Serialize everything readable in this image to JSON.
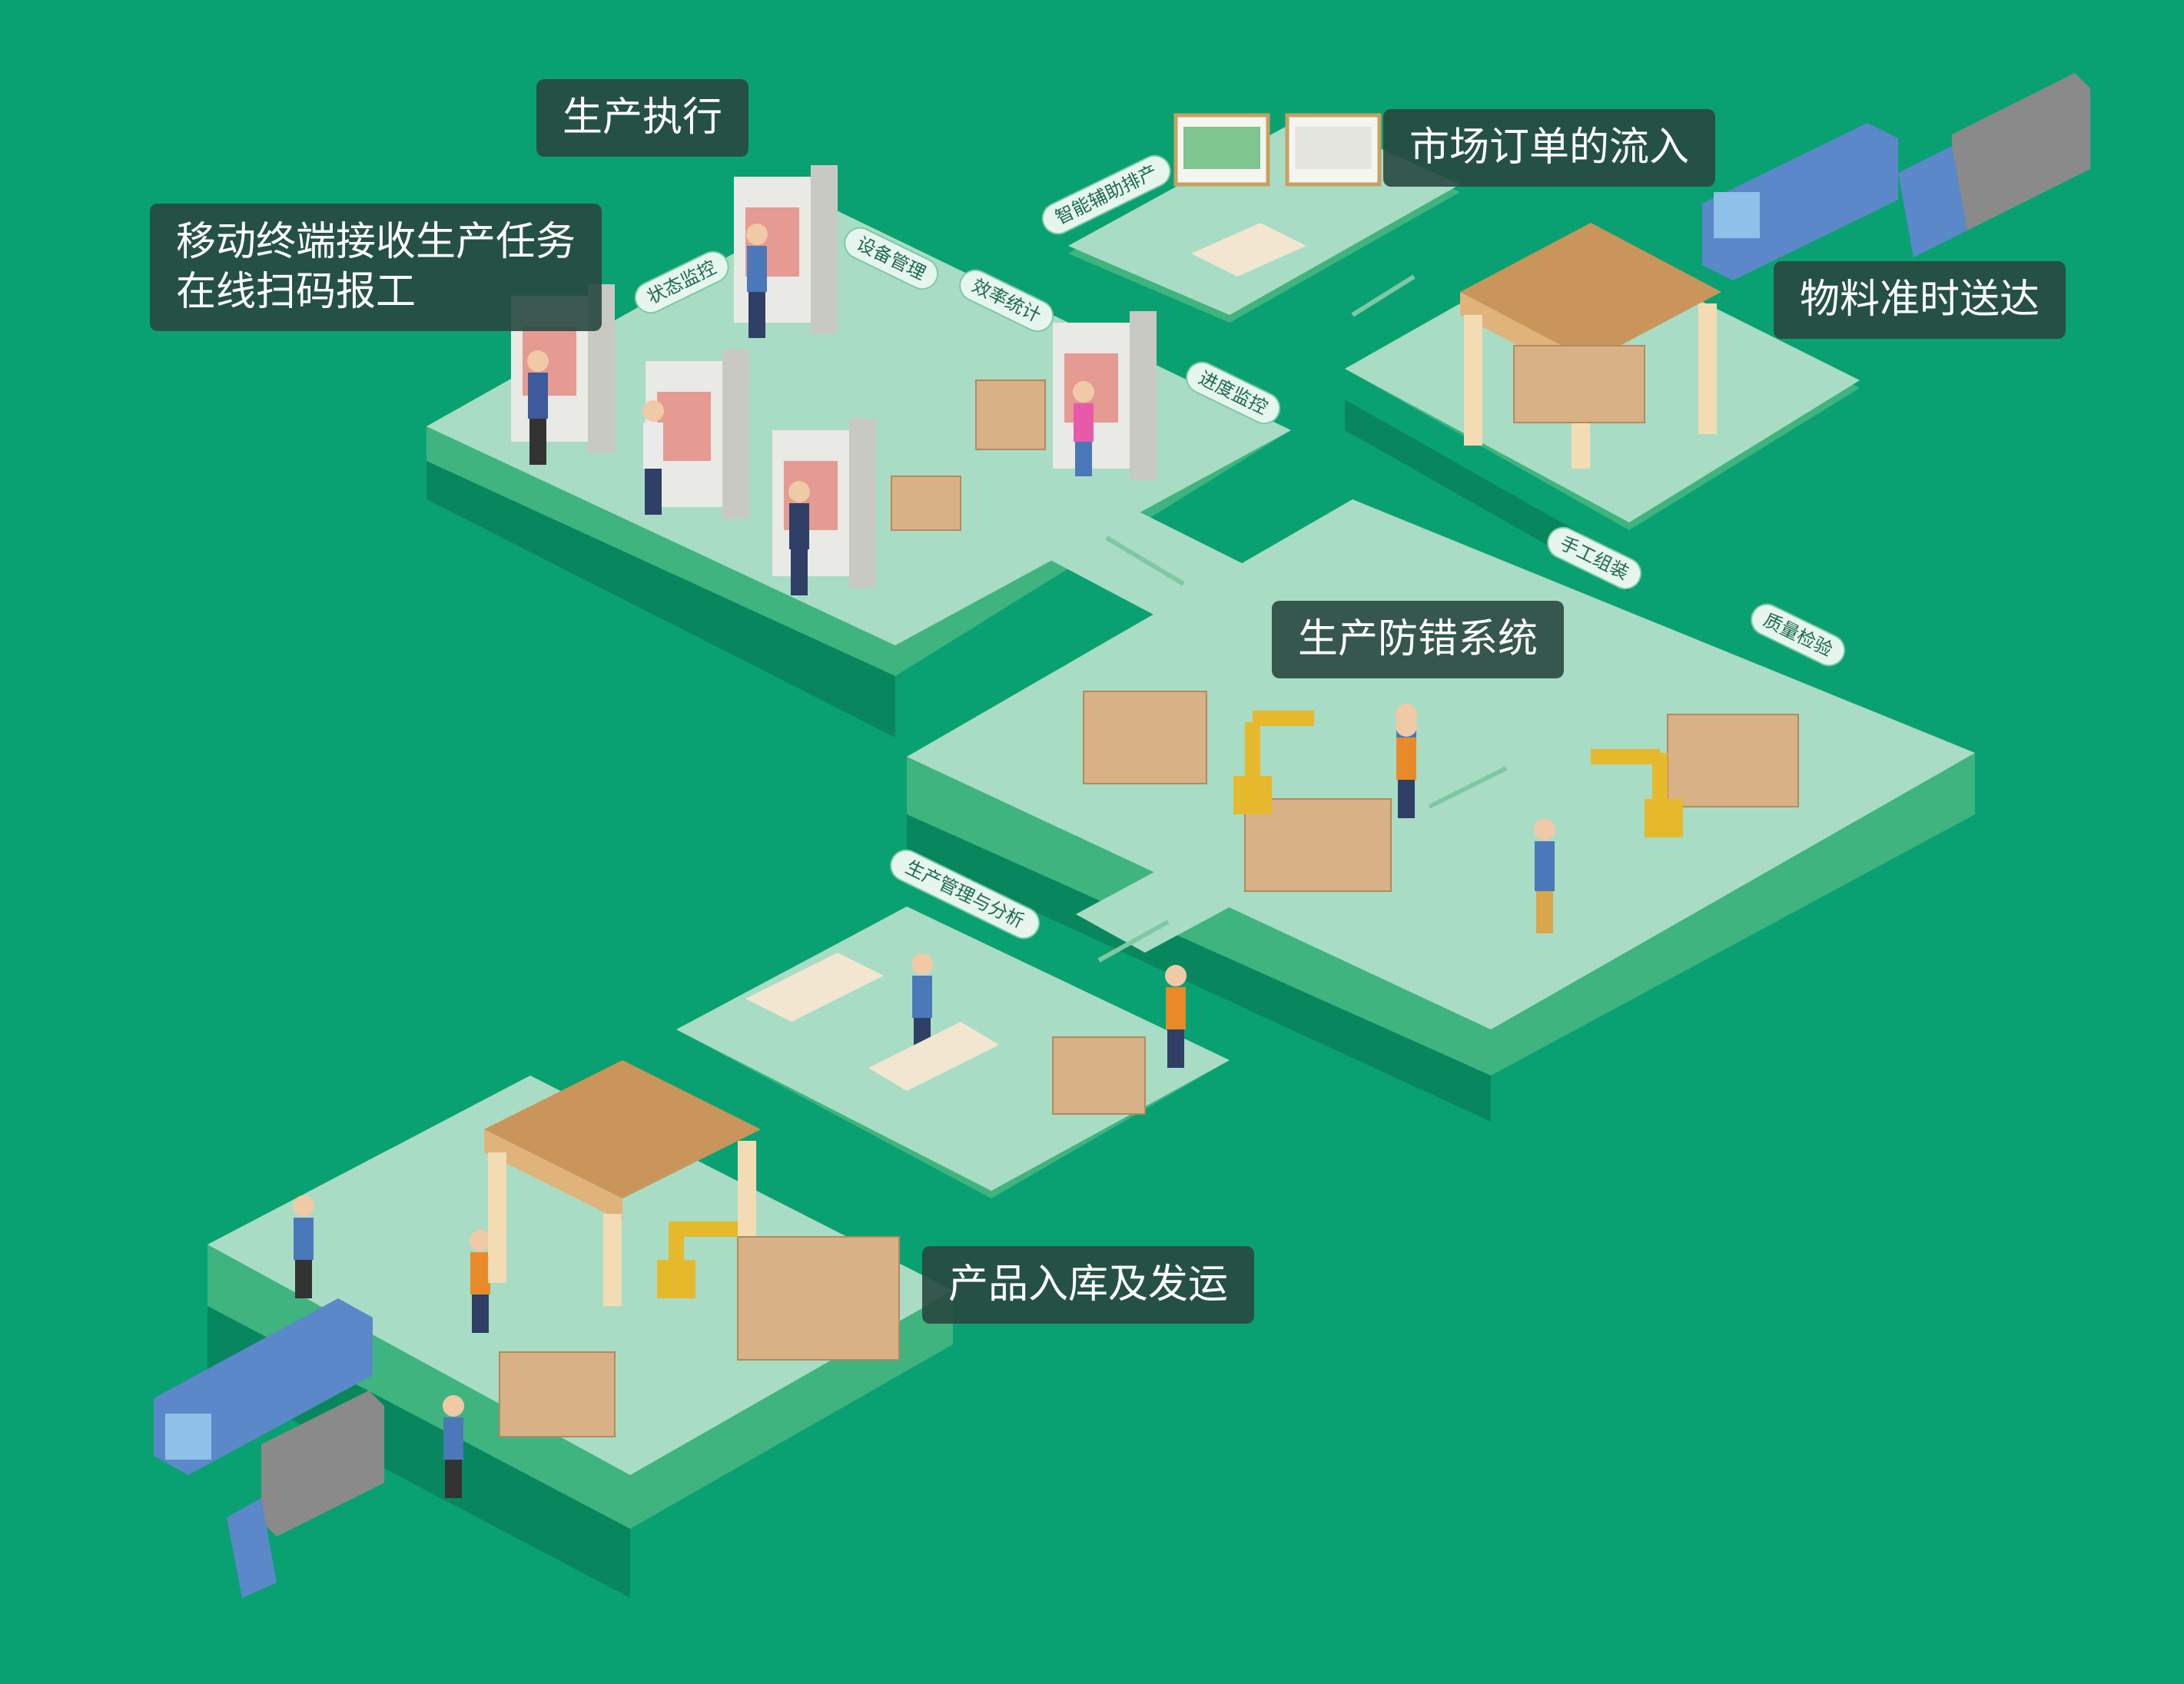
{
  "callouts": {
    "production_execution": "生产执行",
    "mobile_line1": "移动终端接收生产任务",
    "mobile_line2": "在线扫码报工",
    "market_orders": "市场订单的流入",
    "material_delivery": "物料准时送达",
    "error_proofing": "生产防错系统",
    "product_storage": "产品入库及发运"
  },
  "tags": {
    "status_monitor": "状态监控",
    "equipment_mgmt": "设备管理",
    "efficiency_stats": "效率统计",
    "smart_scheduling": "智能辅助排产",
    "progress_monitor": "进度监控",
    "manual_assembly": "手工组装",
    "quality_inspection": "质量检验",
    "prod_mgmt_analysis": "生产管理与分析"
  },
  "colors": {
    "background": "#0aa172",
    "platform_top": "#a9dcc4",
    "platform_side": "#3fb47f",
    "platform_shadow": "#08875f",
    "callout_bg": "#284840",
    "box": "#d9b187",
    "roof": "#c9955a",
    "machine": "#e59a92",
    "truck_blue": "#5b88c9",
    "truck_gray": "#8a8a8a",
    "robot_yellow": "#e6b82c"
  }
}
